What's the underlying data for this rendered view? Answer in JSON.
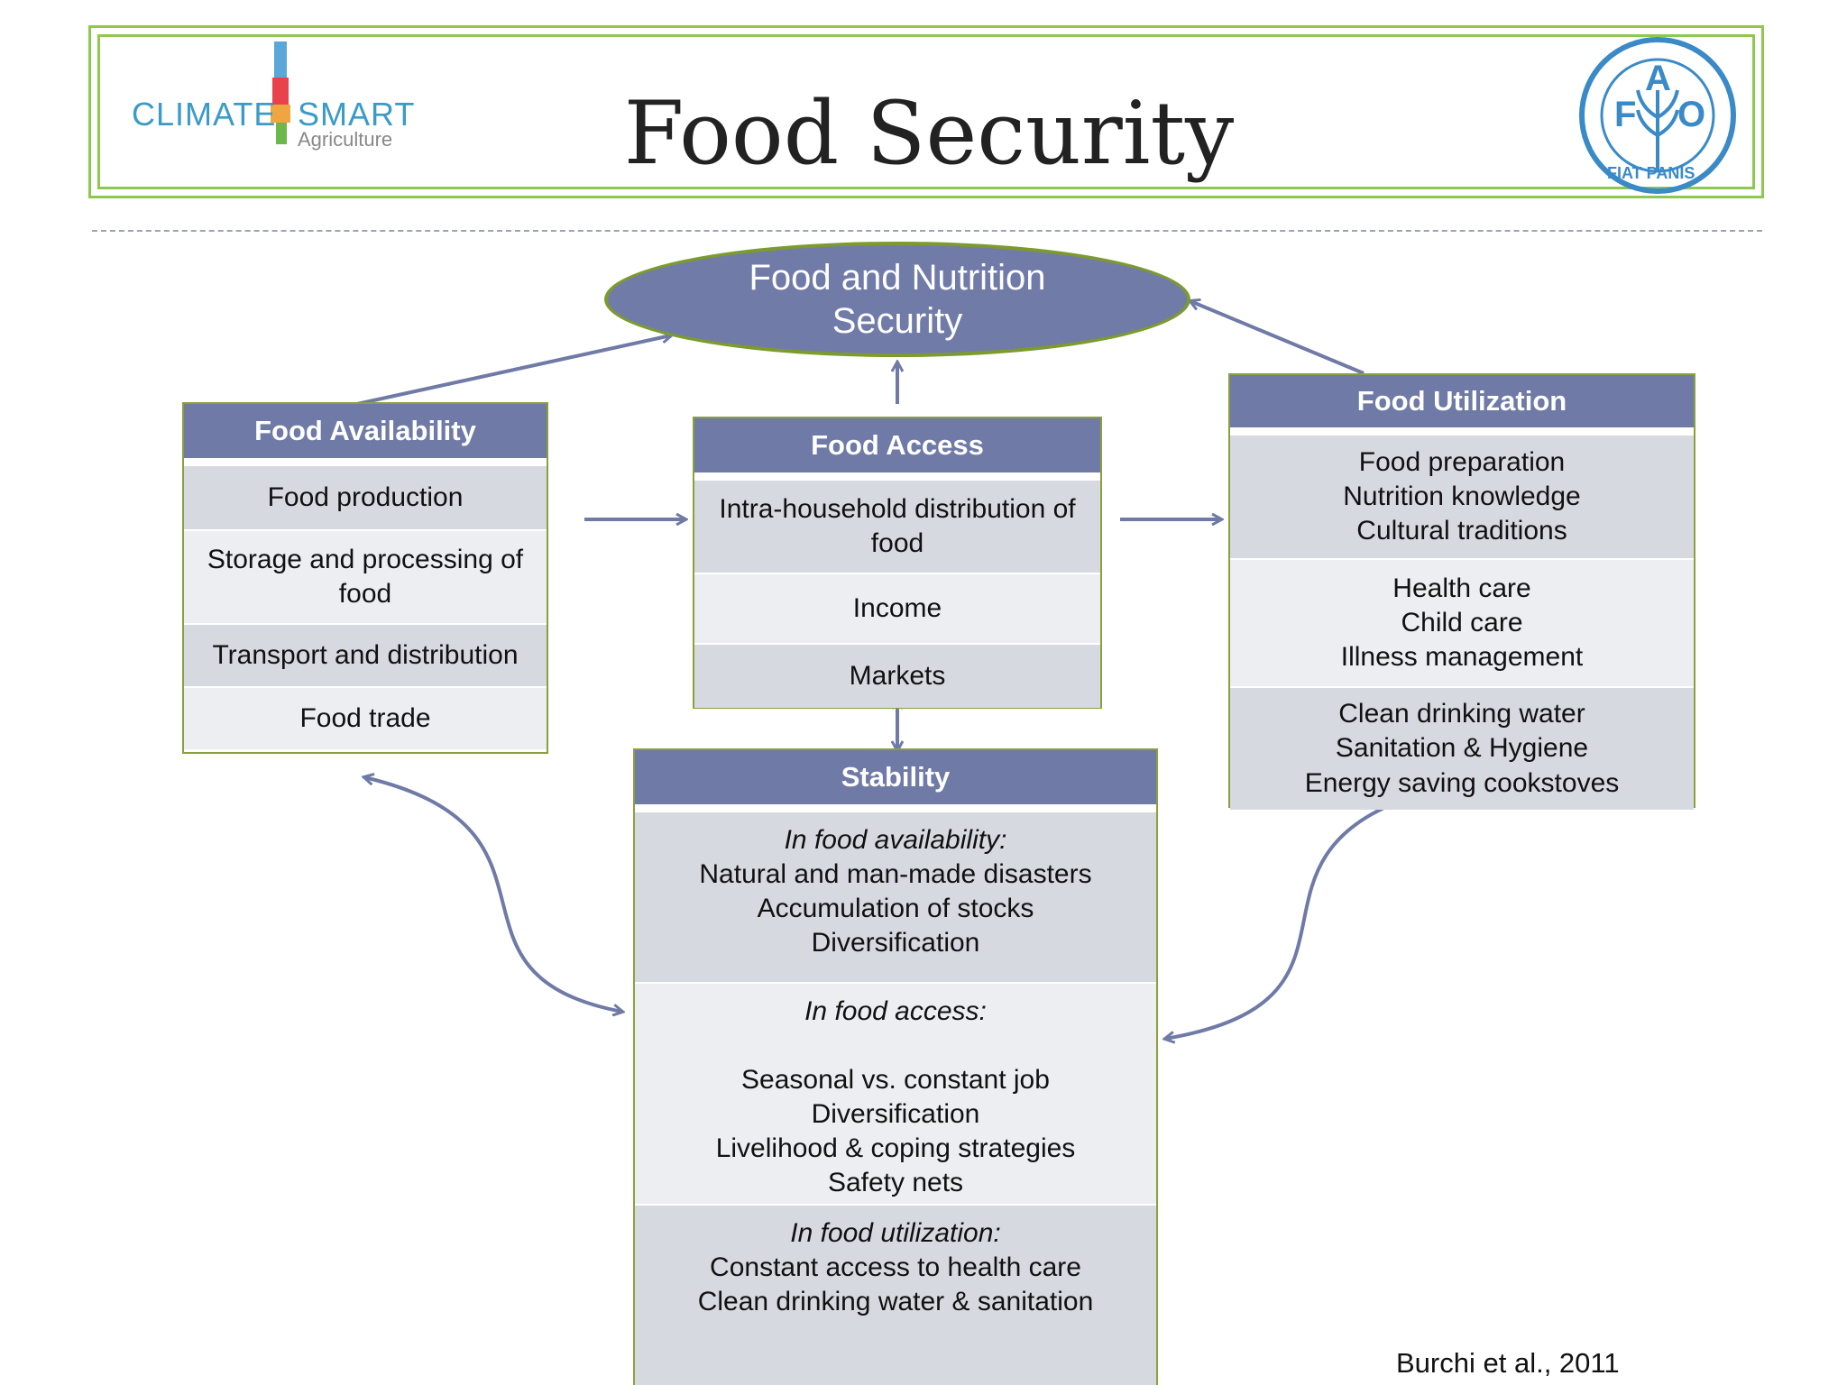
{
  "header": {
    "title": "Food Security",
    "logo_left": {
      "word1": "CLIMATE",
      "word2": "SMART",
      "word3": "Agriculture"
    },
    "logo_right": {
      "letters": [
        "F",
        "A",
        "O"
      ],
      "motto": "FIAT PANIS"
    }
  },
  "diagram": {
    "center": "Food and Nutrition Security",
    "availability": {
      "title": "Food Availability",
      "items": [
        "Food production",
        "Storage and processing of food",
        "Transport and distribution",
        "Food trade"
      ]
    },
    "access": {
      "title": "Food Access",
      "items": [
        "Intra-household distribution of food",
        "Income",
        "Markets"
      ]
    },
    "utilization": {
      "title": "Food Utilization",
      "groups": [
        [
          "Food preparation",
          "Nutrition knowledge",
          "Cultural traditions"
        ],
        [
          "Health care",
          "Child care",
          "Illness management"
        ],
        [
          "Clean drinking water",
          "Sanitation & Hygiene",
          "Energy saving cookstoves"
        ]
      ]
    },
    "stability": {
      "title": "Stability",
      "sections": [
        {
          "heading": "In food availability:",
          "lines": [
            "Natural and man-made disasters",
            "Accumulation of stocks",
            "Diversification"
          ]
        },
        {
          "heading": "In food access:",
          "lines": [
            "Seasonal vs. constant job",
            "Diversification",
            "Livelihood & coping strategies",
            "Safety nets"
          ]
        },
        {
          "heading": "In food utilization:",
          "lines": [
            "Constant access to health care",
            "Clean drinking water & sanitation"
          ]
        }
      ]
    }
  },
  "citation": "Burchi et al., 2011",
  "colors": {
    "header_fill": "#6f7aa6",
    "frame_green": "#8fc850",
    "box_border": "#8aa03c",
    "arrow": "#6f7aa6"
  }
}
